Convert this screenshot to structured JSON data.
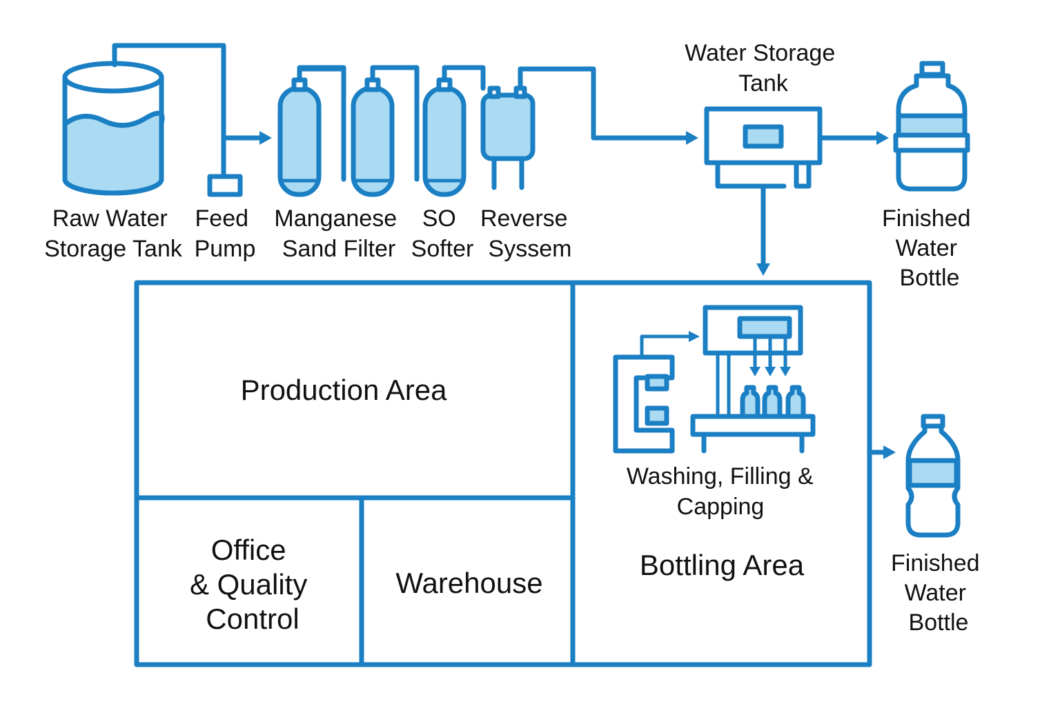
{
  "labels": {
    "raw_tank": [
      "Raw Water",
      "Storage Tank"
    ],
    "feed_pump": [
      "Feed",
      "Pump"
    ],
    "manganese": [
      "Manganese",
      "Sand Filter"
    ],
    "softer": [
      "SO",
      "Softer"
    ],
    "reverse": [
      "Reverse",
      "Syssem"
    ],
    "storage_tank": [
      "Water Storage",
      "Tank"
    ],
    "finished_top": [
      "Finished",
      "Water",
      "Bottle"
    ],
    "finished_bottom": [
      "Finished",
      "Water",
      "Bottle"
    ],
    "washing": [
      "Washing,  Filling &",
      "Capping"
    ]
  },
  "areas": {
    "production": "Production Area",
    "office": [
      "Office",
      "& Quality",
      "Control"
    ],
    "warehouse": "Warehouse",
    "bottling": "Bottling Area"
  },
  "colors": {
    "line": "#1b7fc4",
    "fill": "#aadbf2"
  }
}
